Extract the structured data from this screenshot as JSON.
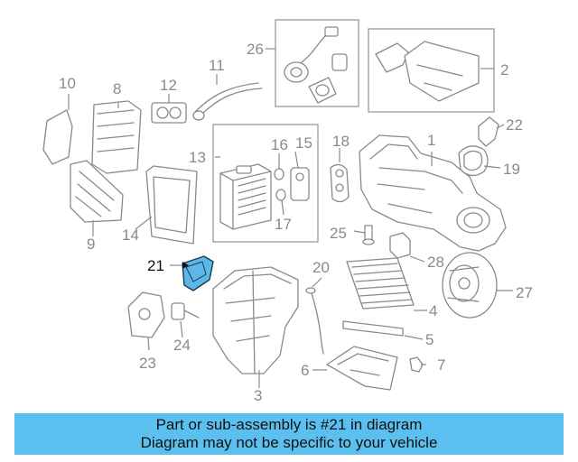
{
  "callouts": {
    "n1": "1",
    "n2": "2",
    "n3": "3",
    "n4": "4",
    "n5": "5",
    "n6": "6",
    "n7": "7",
    "n8": "8",
    "n9": "9",
    "n10": "10",
    "n11": "11",
    "n12": "12",
    "n13": "13",
    "n14": "14",
    "n15": "15",
    "n16": "16",
    "n17": "17",
    "n18": "18",
    "n19": "19",
    "n20": "20",
    "n21": "21",
    "n22": "22",
    "n23": "23",
    "n24": "24",
    "n25": "25",
    "n26": "26",
    "n27": "27",
    "n28": "28"
  },
  "highlight": {
    "part_number": "21",
    "color": "#5bb8e8"
  },
  "banner": {
    "line1": "Part or sub-assembly is #21 in diagram",
    "line2": "Diagram may not be specific to your vehicle",
    "color": "#5bc0f0"
  }
}
